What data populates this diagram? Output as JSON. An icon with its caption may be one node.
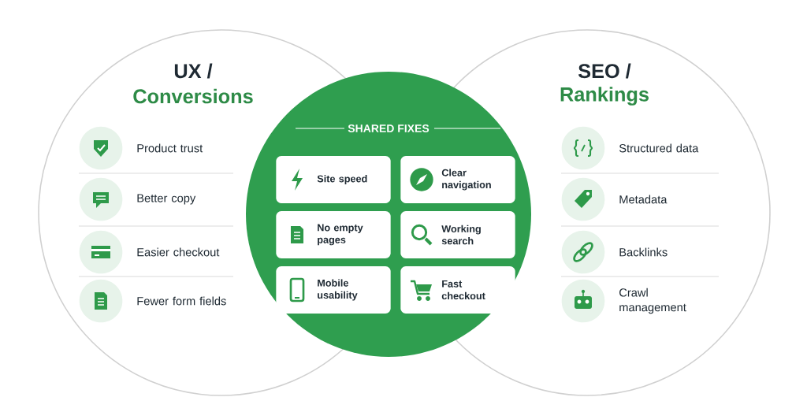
{
  "diagram": {
    "nodes": [
      {
        "text": [
          "UX /",
          "Conversions"
        ]
      },
      {
        "text": [
          "SEO /",
          "Rankings"
        ]
      },
      {
        "text": [
          "SHARED FIXES"
        ]
      },
      {
        "text": [
          "Site speed"
        ]
      },
      {
        "text": [
          "Clear navigation"
        ]
      },
      {
        "text": [
          "No empty pages"
        ]
      },
      {
        "text": [
          "Working search"
        ]
      },
      {
        "text": [
          "Mobile usability"
        ]
      },
      {
        "text": [
          "Fast checkout"
        ]
      }
    ],
    "labels": [
      "Product trust",
      "Better copy",
      "Easier checkout",
      "Fewer form fields",
      "Structured data",
      "Metadata",
      "Backlinks",
      "Crawl management"
    ]
  }
}
